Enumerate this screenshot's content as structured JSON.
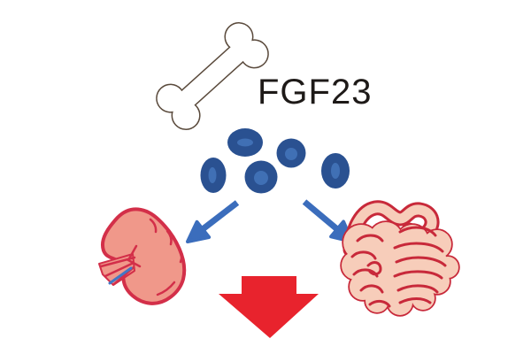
{
  "diagram": {
    "label": "FGF23",
    "icons": [
      {
        "name": "bone-icon"
      },
      {
        "name": "fgf23-particles",
        "count": 5
      },
      {
        "name": "arrow-to-kidney-icon"
      },
      {
        "name": "arrow-to-intestine-icon"
      },
      {
        "name": "kidney-icon"
      },
      {
        "name": "intestine-icon"
      },
      {
        "name": "decrease-red-arrow-icon"
      }
    ]
  },
  "colors": {
    "background": "#ffffff",
    "text": "#1e1a18",
    "bone_outline": "#5a4a3c",
    "bone_fill": "#ffffff",
    "cell_dark": "#2a5191",
    "cell_light": "#4070b5",
    "arrow_blue": "#3b6dbc",
    "kidney_fill": "#f0988a",
    "kidney_outline": "#d32f49",
    "vein_blue": "#4377c4",
    "intestine_fill": "#f7cdba",
    "intestine_outline": "#c8293a",
    "red_arrow": "#e8232d"
  }
}
